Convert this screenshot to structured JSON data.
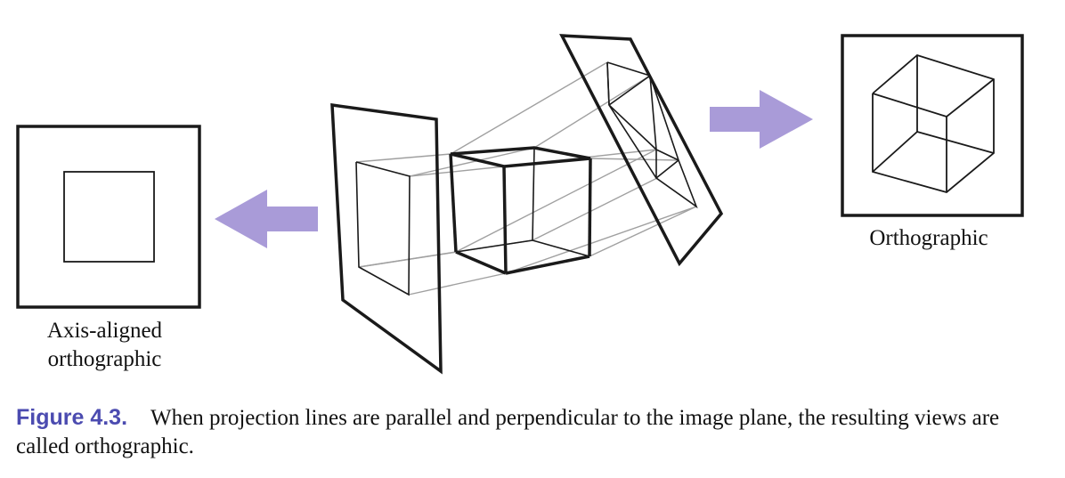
{
  "labels": {
    "axis_aligned": "Axis-aligned orthographic",
    "orthographic": "Orthographic"
  },
  "caption": {
    "label": "Figure 4.3.",
    "text": "When projection lines are parallel and perpendicular to the image plane, the resulting views are called orthographic."
  },
  "colors": {
    "arrow": "#a99bd8",
    "frame": "#1a1a1a",
    "projection_line": "#a0a0a0",
    "caption_label": "#4b4bb0"
  }
}
